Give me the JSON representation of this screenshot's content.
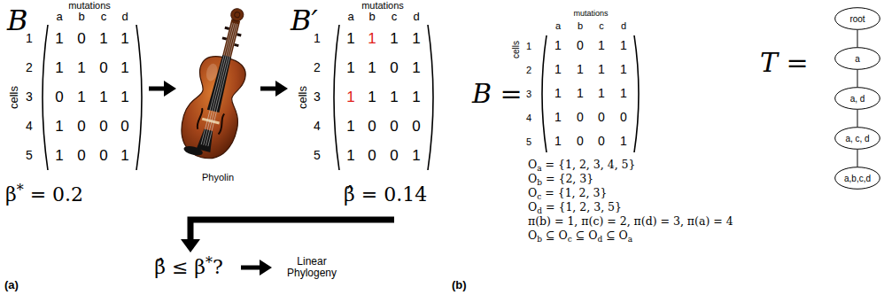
{
  "diagram": {
    "nodes": [
      {
        "text": [
          "root"
        ]
      },
      {
        "text": [
          "a"
        ]
      },
      {
        "text": [
          "a, d"
        ]
      },
      {
        "text": [
          "a, c, d"
        ]
      },
      {
        "text": [
          "a,b,c,d"
        ]
      }
    ],
    "edges": [
      {
        "from": 0,
        "to": 1,
        "arrow": "none"
      },
      {
        "from": 1,
        "to": 2,
        "arrow": "none"
      },
      {
        "from": 2,
        "to": 3,
        "arrow": "none"
      },
      {
        "from": 3,
        "to": 4,
        "arrow": "none"
      }
    ],
    "labels": [
      "B",
      "mutations",
      "a",
      "b",
      "c",
      "d",
      "1",
      "2",
      "3",
      "4",
      "5",
      "cells",
      "1",
      "0",
      "1",
      "1",
      "1",
      "1",
      "0",
      "1",
      "0",
      "1",
      "1",
      "1",
      "1",
      "0",
      "0",
      "0",
      "1",
      "0",
      "0",
      "1",
      "β* = 0.2",
      "Phyolin",
      "B′",
      "mutations",
      "a",
      "b",
      "c",
      "d",
      "1",
      "2",
      "3",
      "4",
      "5",
      "cells",
      "1",
      "1",
      "1",
      "1",
      "1",
      "1",
      "0",
      "1",
      "1",
      "1",
      "1",
      "1",
      "1",
      "0",
      "0",
      "0",
      "1",
      "0",
      "0",
      "1",
      "β̂ = 0.14",
      "β̂ ≤ β*?",
      "Linear Phylogeny",
      "(a)",
      "B =",
      "mutations",
      "a",
      "b",
      "c",
      "d",
      "1",
      "2",
      "3",
      "4",
      "5",
      "cells",
      "1",
      "0",
      "1",
      "1",
      "1",
      "1",
      "1",
      "1",
      "1",
      "1",
      "1",
      "1",
      "1",
      "0",
      "0",
      "0",
      "1",
      "0",
      "0",
      "1",
      "Oa = {1, 2, 3, 4, 5}",
      "Ob = {2, 3}",
      "Oc = {1, 2, 3}",
      "Od = {1, 2, 3, 5}",
      "π(b) = 1, π(c) = 2, π(d) = 3, π(a) = 4",
      "Ob ⊆ Oc ⊆ Od ⊆ Oa",
      "T =",
      "(b)"
    ]
  }
}
